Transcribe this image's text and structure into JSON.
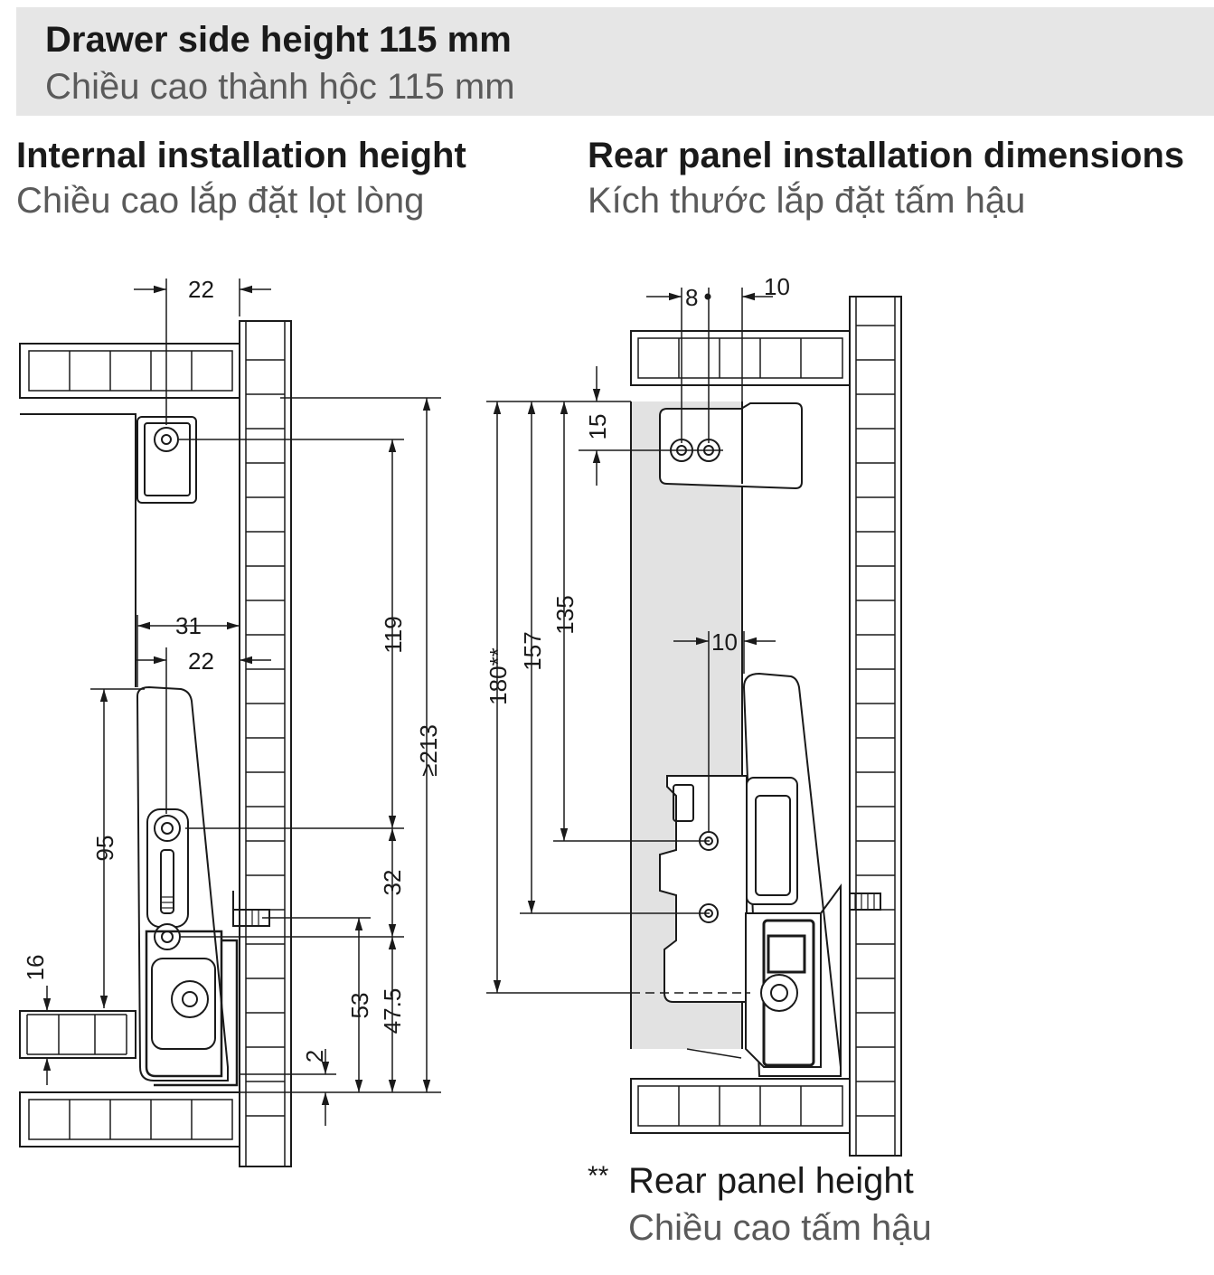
{
  "header": {
    "title_en": "Drawer side height 115 mm",
    "title_vi": "Chiều cao thành hộc 115 mm"
  },
  "left_section": {
    "title_en": "Internal installation height",
    "title_vi": "Chiều cao lắp đặt lọt lòng",
    "dimensions": {
      "d22_top": "22",
      "d31": "31",
      "d22_mid": "22",
      "d119": "119",
      "d213": "≥213",
      "d95": "95",
      "d32": "32",
      "d16": "16",
      "d53": "53",
      "d47_5": "47.5",
      "d2": "2"
    }
  },
  "right_section": {
    "title_en": "Rear panel installation dimensions",
    "title_vi": "Kích thước lắp đặt tấm hậu",
    "dimensions": {
      "d8": "8",
      "d10_top": "10",
      "d15": "15",
      "d180": "180**",
      "d157": "157",
      "d135": "135",
      "d10_mid": "10"
    }
  },
  "footnote": {
    "marker": "**",
    "text_en": "Rear panel height",
    "text_vi": "Chiều cao tấm hậu"
  },
  "colors": {
    "line": "#1a1a1a",
    "panel_fill": "#e2e2e2",
    "banner_bg": "#e6e6e6",
    "subtitle": "#5a5a5a"
  }
}
